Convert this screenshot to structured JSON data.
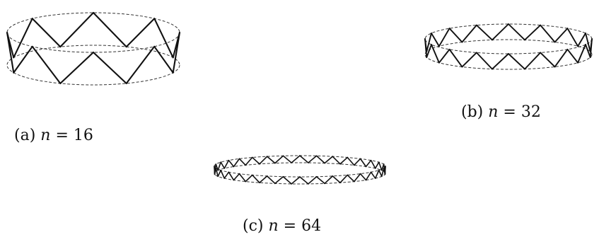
{
  "figures": [
    {
      "id": "a",
      "prefix": "(a)",
      "variable": "n",
      "relation": "=",
      "value": "16",
      "n": 16
    },
    {
      "id": "b",
      "prefix": "(b)",
      "variable": "n",
      "relation": "=",
      "value": "32",
      "n": 32
    },
    {
      "id": "c",
      "prefix": "(c)",
      "variable": "n",
      "relation": "=",
      "value": "64",
      "n": 64
    }
  ],
  "colors": {
    "stroke": "#111111",
    "dashed": "#333333",
    "background": "#ffffff"
  }
}
